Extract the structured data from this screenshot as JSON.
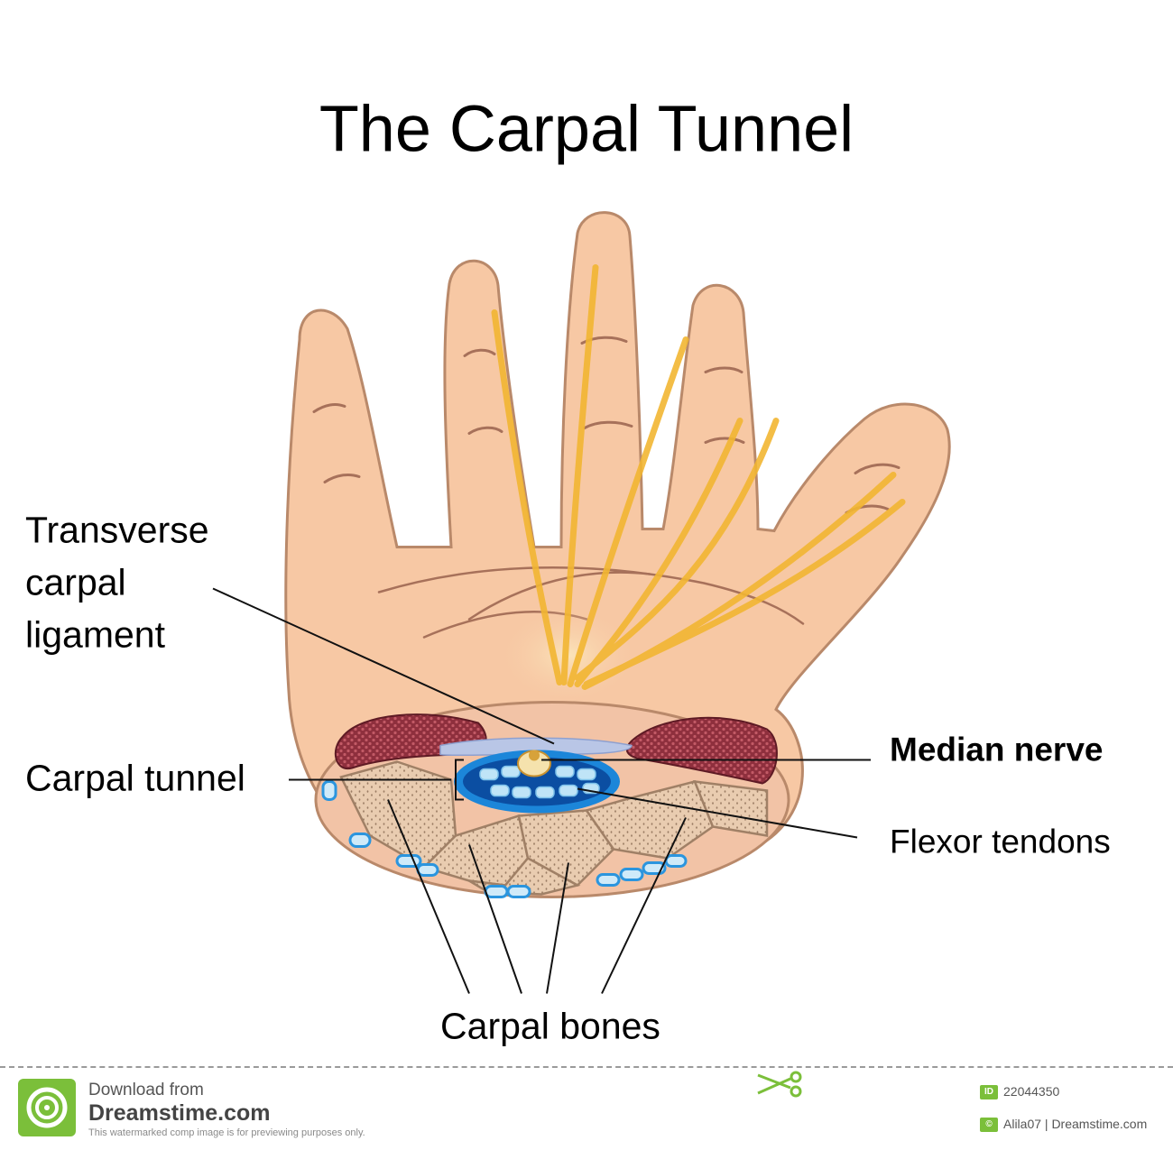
{
  "title": "The Carpal Tunnel",
  "labels": {
    "transverse_line1": "Transverse",
    "transverse_line2": "carpal",
    "transverse_line3": "ligament",
    "carpal_tunnel": "Carpal tunnel",
    "median_nerve": "Median nerve",
    "flexor_tendons": "Flexor tendons",
    "carpal_bones": "Carpal bones"
  },
  "footer": {
    "download_from": "Download from",
    "brand": "Dreamstime.com",
    "note": "This watermarked comp image is for previewing purposes only.",
    "id_badge": "ID",
    "image_id": "22044350",
    "credit_badge": "©",
    "credit": "Alila07 | Dreamstime.com"
  },
  "colors": {
    "skin": "#f7c8a4",
    "skin_outline": "#b9896a",
    "crease": "#a7715a",
    "nerve": "#f2b632",
    "muscle": "#8e2f3d",
    "bone": "#e9ccb0",
    "bone_outline": "#a08066",
    "tunnel_dark": "#0b4ea2",
    "tunnel_blue": "#1c86d9",
    "tendon": "#bfe4f7",
    "ligament": "#b9c6e6",
    "line": "#111111",
    "accent_green": "#7bbf3a"
  }
}
